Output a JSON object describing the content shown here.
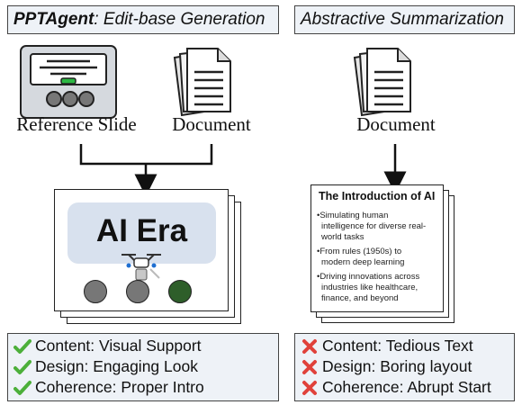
{
  "left_panel": {
    "title_brand": "PPTAgent",
    "title_rest": ": Edit-base Generation",
    "reference_caption": "Reference Slide",
    "document_caption": "Document",
    "slide_title": "AI Era",
    "results": [
      {
        "status": "check",
        "text": "Content: Visual Support"
      },
      {
        "status": "check",
        "text": "Design: Engaging Look"
      },
      {
        "status": "check",
        "text": "Coherence: Proper Intro"
      }
    ]
  },
  "right_panel": {
    "title": "Abstractive Summarization",
    "document_caption": "Document",
    "slide_title": "The Introduction of AI",
    "bullets": [
      "•Simulating human intelligence for diverse real-world tasks",
      "•From rules (1950s) to modern deep learning",
      "•Driving innovations across industries like healthcare, finance, and beyond"
    ],
    "results": [
      {
        "status": "cross",
        "text": "Content: Tedious Text"
      },
      {
        "status": "cross",
        "text": "Design: Boring layout"
      },
      {
        "status": "cross",
        "text": "Coherence: Abrupt Start"
      }
    ]
  },
  "colors": {
    "check": "#4caf3a",
    "cross": "#e0413a",
    "panel_fill": "#eef2f7",
    "slide_banner": "#d8e1ee",
    "accent_green": "#2e5e2a"
  }
}
